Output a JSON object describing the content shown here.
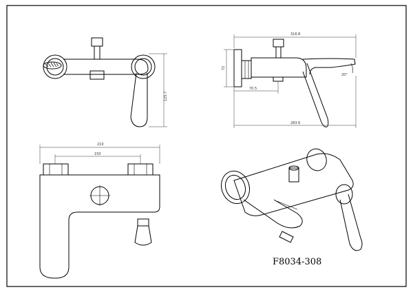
{
  "model_number": "F8034-308",
  "dimensions": {
    "side_overall_length": "316.8",
    "side_top_height": "72",
    "side_spout_offset": "70.5",
    "side_bottom_length": "283.6",
    "spout_angle": "20°",
    "front_height": "125.7",
    "top_outer_width": "210",
    "top_center_distance": "150"
  },
  "colors": {
    "line": "#000000",
    "dimension": "#333333",
    "background": "#ffffff"
  }
}
